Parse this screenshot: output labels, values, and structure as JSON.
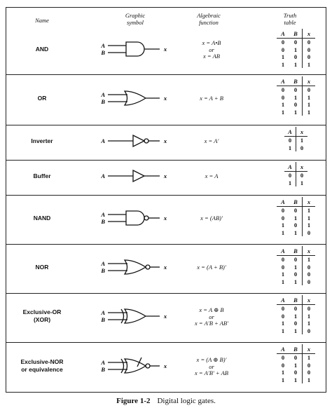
{
  "headers": {
    "name": "Name",
    "graphic": "Graphic symbol",
    "algebraic": "Algebraic function",
    "truth": "Truth table"
  },
  "gates": [
    {
      "id": "and",
      "name": "AND",
      "shape": "and",
      "inputs": [
        "A",
        "B"
      ],
      "output": "x",
      "func": [
        "x = A•B",
        "or",
        "x = AB"
      ],
      "truth_headers": [
        "A",
        "B",
        "x"
      ],
      "truth_rows": [
        [
          "0",
          "0",
          "0"
        ],
        [
          "0",
          "1",
          "0"
        ],
        [
          "1",
          "0",
          "0"
        ],
        [
          "1",
          "1",
          "1"
        ]
      ]
    },
    {
      "id": "or",
      "name": "OR",
      "shape": "or",
      "inputs": [
        "A",
        "B"
      ],
      "output": "x",
      "func": [
        "x = A + B"
      ],
      "truth_headers": [
        "A",
        "B",
        "x"
      ],
      "truth_rows": [
        [
          "0",
          "0",
          "0"
        ],
        [
          "0",
          "1",
          "1"
        ],
        [
          "1",
          "0",
          "1"
        ],
        [
          "1",
          "1",
          "1"
        ]
      ]
    },
    {
      "id": "inverter",
      "name": "Inverter",
      "shape": "not",
      "inputs": [
        "A"
      ],
      "output": "x",
      "func": [
        "x = A′"
      ],
      "truth_headers": [
        "A",
        "x"
      ],
      "truth_rows": [
        [
          "0",
          "1"
        ],
        [
          "1",
          "0"
        ]
      ]
    },
    {
      "id": "buffer",
      "name": "Buffer",
      "shape": "buffer",
      "inputs": [
        "A"
      ],
      "output": "x",
      "func": [
        "x = A"
      ],
      "truth_headers": [
        "A",
        "x"
      ],
      "truth_rows": [
        [
          "0",
          "0"
        ],
        [
          "1",
          "1"
        ]
      ]
    },
    {
      "id": "nand",
      "name": "NAND",
      "shape": "nand",
      "inputs": [
        "A",
        "B"
      ],
      "output": "x",
      "func": [
        "x = (AB)′"
      ],
      "truth_headers": [
        "A",
        "B",
        "x"
      ],
      "truth_rows": [
        [
          "0",
          "0",
          "1"
        ],
        [
          "0",
          "1",
          "1"
        ],
        [
          "1",
          "0",
          "1"
        ],
        [
          "1",
          "1",
          "0"
        ]
      ]
    },
    {
      "id": "nor",
      "name": "NOR",
      "shape": "nor",
      "inputs": [
        "A",
        "B"
      ],
      "output": "x",
      "func": [
        "x = (A + B)′"
      ],
      "truth_headers": [
        "A",
        "B",
        "x"
      ],
      "truth_rows": [
        [
          "0",
          "0",
          "1"
        ],
        [
          "0",
          "1",
          "0"
        ],
        [
          "1",
          "0",
          "0"
        ],
        [
          "1",
          "1",
          "0"
        ]
      ]
    },
    {
      "id": "xor",
      "name": "Exclusive-OR (XOR)",
      "name_lines": [
        "Exclusive-OR",
        "(XOR)"
      ],
      "shape": "xor",
      "inputs": [
        "A",
        "B"
      ],
      "output": "x",
      "func": [
        "x = A ⊕ B",
        "or",
        "x = A′B + AB′"
      ],
      "truth_headers": [
        "A",
        "B",
        "x"
      ],
      "truth_rows": [
        [
          "0",
          "0",
          "0"
        ],
        [
          "0",
          "1",
          "1"
        ],
        [
          "1",
          "0",
          "1"
        ],
        [
          "1",
          "1",
          "0"
        ]
      ]
    },
    {
      "id": "xnor",
      "name": "Exclusive-NOR or equivalence",
      "name_lines": [
        "Exclusive-NOR",
        "or equivalence"
      ],
      "shape": "xnor",
      "inputs": [
        "A",
        "B"
      ],
      "output": "x",
      "func": [
        "x = (A ⊕ B)′",
        "or",
        "x = A′B′ + AB"
      ],
      "truth_headers": [
        "A",
        "B",
        "x"
      ],
      "truth_rows": [
        [
          "0",
          "0",
          "1"
        ],
        [
          "0",
          "1",
          "0"
        ],
        [
          "1",
          "0",
          "0"
        ],
        [
          "1",
          "1",
          "1"
        ]
      ]
    }
  ],
  "caption": {
    "label": "Figure 1-2",
    "text": "Digital logic gates."
  }
}
